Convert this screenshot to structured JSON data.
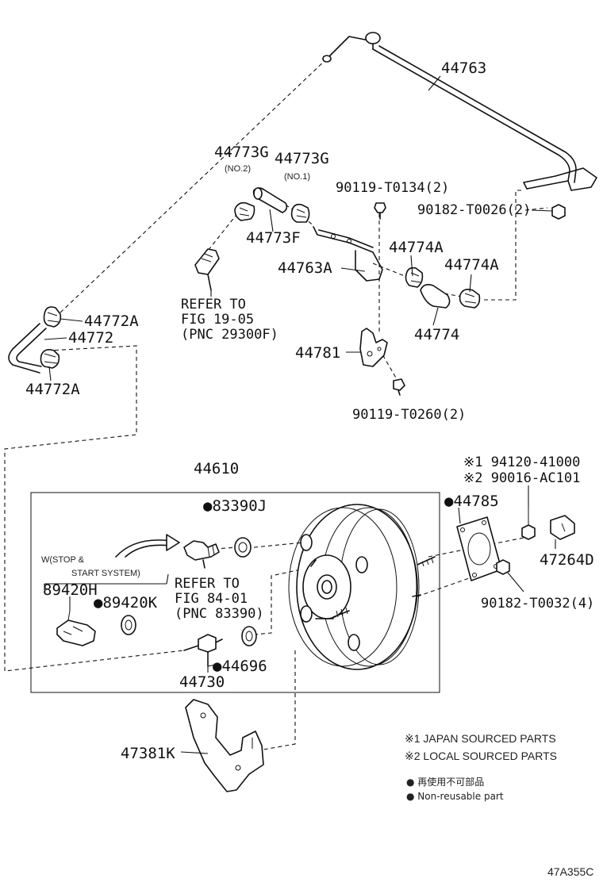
{
  "labels": {
    "p44763": "44763",
    "p44773g_no2": "44773G",
    "no2_small": "(NO.2)",
    "p44773g_no1": "44773G",
    "no1_small": "(NO.1)",
    "p90119_t0134": "90119-T0134(2)",
    "p90182_t0026": "90182-T0026(2)",
    "p44773f": "44773F",
    "p44774a_1": "44774A",
    "p44774a_2": "44774A",
    "p44763a": "44763A",
    "p44774": "44774",
    "refer_fig1905_l1": "REFER TO",
    "refer_fig1905_l2": "FIG 19-05",
    "refer_fig1905_l3": "(PNC 29300F)",
    "p44772a_top": "44772A",
    "p44772": "44772",
    "p44772a_bottom": "44772A",
    "p44781": "44781",
    "p90119_t0260": "90119-T0260(2)",
    "p44610": "44610",
    "p94120_41000": "※1 94120-41000",
    "p90016_ac101": "※2 90016-AC101",
    "p83390j": "●83390J",
    "p44785": "●44785",
    "p47264d": "47264D",
    "w_stop_l1": "W(STOP &",
    "w_stop_l2": "START SYSTEM)",
    "refer_fig8401_l1": "REFER TO",
    "refer_fig8401_l2": "FIG 84-01",
    "refer_fig8401_l3": "(PNC 83390)",
    "p89420h": "89420H",
    "p89420k": "●89420K",
    "p90182_t0032": "90182-T0032(4)",
    "p44696": "●44696",
    "p44730": "44730",
    "p47381k": "47381K",
    "diagram_id": "47A355C"
  },
  "legend": {
    "japan": "※1 JAPAN SOURCED PARTS",
    "local": "※2 LOCAL SOURCED PARTS",
    "nonreuse_jp": "● 再使用不可部品",
    "nonreuse_en": "● Non-reusable part"
  }
}
